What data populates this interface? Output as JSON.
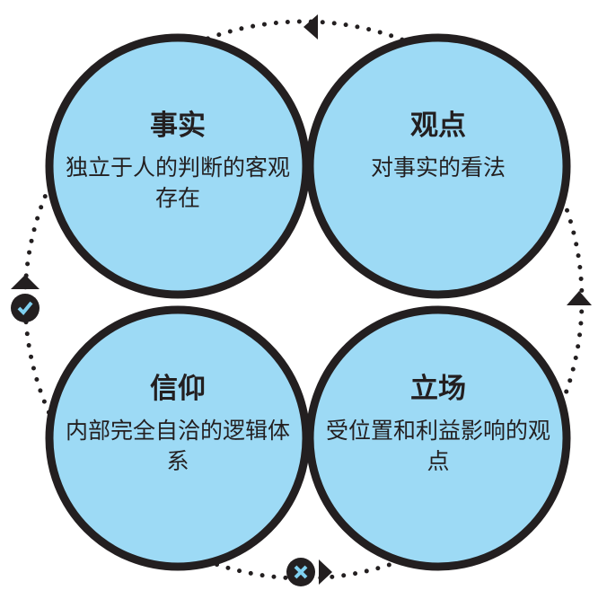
{
  "colors": {
    "fill": "#9ddaf5",
    "stroke": "#231f20",
    "accent": "#7fd0f0"
  },
  "quadrants": [
    {
      "title": "事实",
      "desc": "独立于人的判断的客观存在"
    },
    {
      "title": "观点",
      "desc": "对事实的看法"
    },
    {
      "title": "信仰",
      "desc": "内部完全自洽的逻辑体系"
    },
    {
      "title": "立场",
      "desc": "受位置和利益影响的观点"
    }
  ],
  "icons": {
    "left": "check-icon",
    "bottom": "x-icon"
  }
}
